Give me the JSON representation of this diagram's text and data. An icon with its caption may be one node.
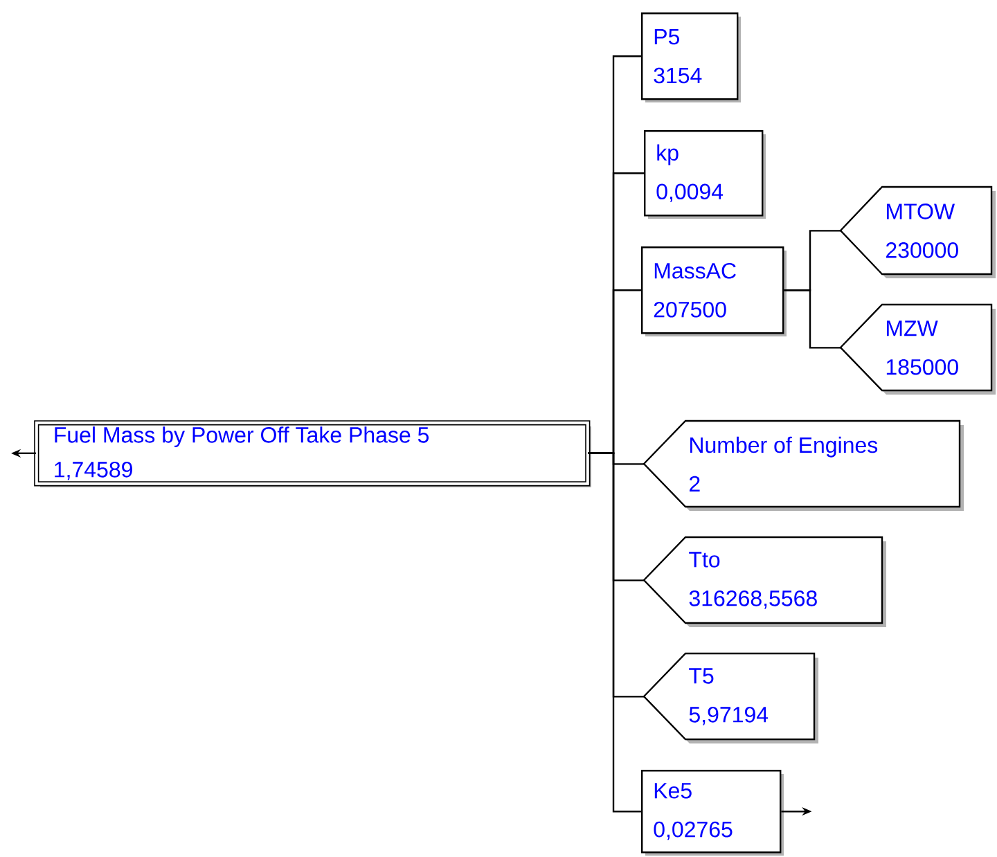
{
  "diagram": {
    "nodes": [
      {
        "text": [
          "Fuel Mass by Power Off Take Phase 5",
          "1,74589"
        ]
      },
      {
        "text": [
          "P5",
          "3154"
        ]
      },
      {
        "text": [
          "kp",
          "0,0094"
        ]
      },
      {
        "text": [
          "MassAC",
          "207500"
        ]
      },
      {
        "text": [
          "MTOW",
          "230000"
        ]
      },
      {
        "text": [
          "MZW",
          "185000"
        ]
      },
      {
        "text": [
          "Number of Engines",
          "2"
        ]
      },
      {
        "text": [
          "Tto",
          "316268,5568"
        ]
      },
      {
        "text": [
          "T5",
          "5,97194"
        ]
      },
      {
        "text": [
          "Ke5",
          "0,02765"
        ]
      }
    ],
    "edges": [
      {
        "from": 0,
        "to": null,
        "arrow": "to"
      },
      {
        "from": 0,
        "to": 1,
        "arrow": "none"
      },
      {
        "from": 0,
        "to": 2,
        "arrow": "none"
      },
      {
        "from": 0,
        "to": 3,
        "arrow": "none"
      },
      {
        "from": 3,
        "to": 4,
        "arrow": "none"
      },
      {
        "from": 3,
        "to": 5,
        "arrow": "none"
      },
      {
        "from": 0,
        "to": 6,
        "arrow": "none"
      },
      {
        "from": 0,
        "to": 7,
        "arrow": "none"
      },
      {
        "from": 0,
        "to": 8,
        "arrow": "none"
      },
      {
        "from": 0,
        "to": 9,
        "arrow": "none"
      },
      {
        "from": 9,
        "to": null,
        "arrow": "to"
      }
    ]
  }
}
